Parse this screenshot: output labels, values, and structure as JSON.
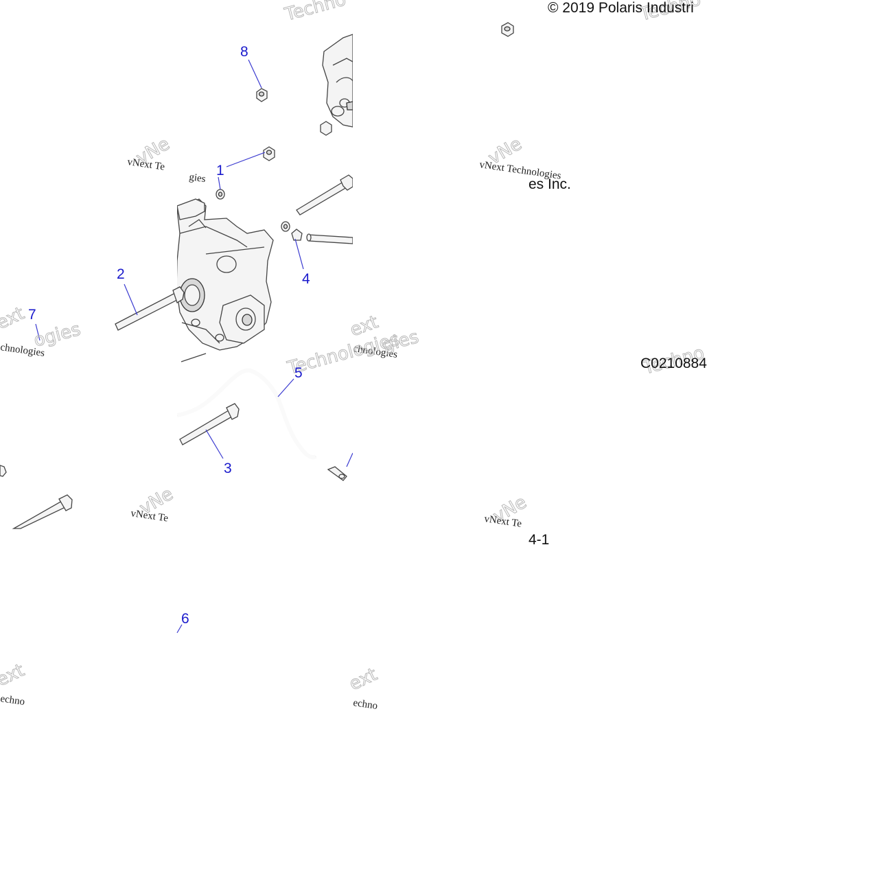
{
  "copyright": "© 2019 Polaris Industri",
  "part_code": "C0210884",
  "page_number": "4-1",
  "fragment_text": "es Inc.",
  "callouts": [
    "1",
    "2",
    "3",
    "4",
    "5",
    "6",
    "7",
    "8"
  ],
  "watermark": {
    "vnext": "vNext Te",
    "vnext_long": "vNext Technologies",
    "technologies": "Technologies",
    "technolo_frag": "Techno",
    "vn_frag": "vNe",
    "ext_frag": "ext",
    "chnologies_frag": "chnologies",
    "logies_frag": "ogies",
    "echn_frag": "echno",
    "gies_frag": "gies",
    "ology_frag": "logies"
  },
  "colors": {
    "callout": "#1a1acc",
    "leader": "#3a3ad0",
    "line_art": "#444444",
    "watermark": "#b8b8b8"
  }
}
